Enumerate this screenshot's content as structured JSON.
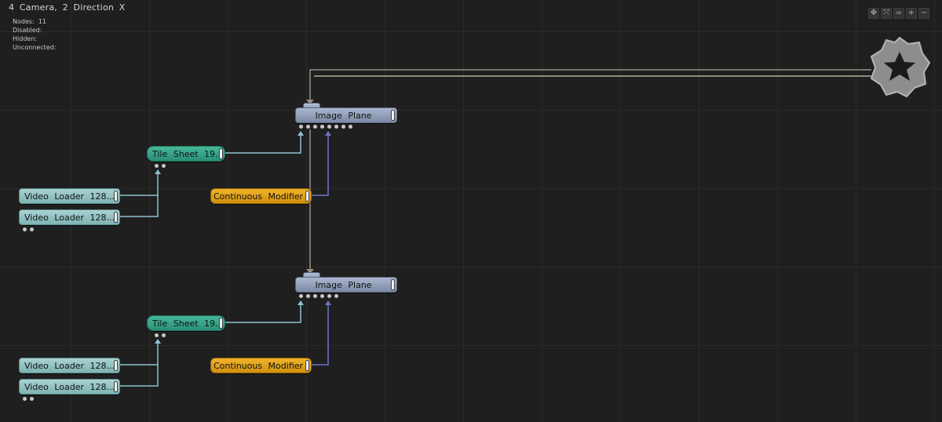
{
  "header": {
    "title": "4 Camera, 2 Direction X",
    "stats": [
      {
        "label": "Nodes:",
        "value": "11"
      },
      {
        "label": "Disabled:",
        "value": ""
      },
      {
        "label": "Hidden:",
        "value": ""
      },
      {
        "label": "Unconnected:",
        "value": ""
      }
    ]
  },
  "toolbar": {
    "buttons": [
      {
        "name": "move-icon",
        "glyph": "✥"
      },
      {
        "name": "fit-icon",
        "glyph": "⤧"
      },
      {
        "name": "equal-icon",
        "glyph": "="
      },
      {
        "name": "zoom-in-icon",
        "glyph": "+"
      },
      {
        "name": "zoom-out-icon",
        "glyph": "−"
      }
    ]
  },
  "nodes": {
    "image_plane_1": {
      "label": "Image Plane"
    },
    "image_plane_2": {
      "label": "Image Plane"
    },
    "tile_sheet_1": {
      "label": "Tile Sheet 19..."
    },
    "tile_sheet_2": {
      "label": "Tile Sheet 19..."
    },
    "continuous_modifier_1": {
      "label": "Continuous Modifier"
    },
    "continuous_modifier_2": {
      "label": "Continuous Modifier"
    },
    "video_loader_1": {
      "label": "Video Loader 128..."
    },
    "video_loader_2": {
      "label": "Video Loader 128..."
    },
    "video_loader_3": {
      "label": "Video Loader 128..."
    },
    "video_loader_4": {
      "label": "Video Loader 128..."
    }
  },
  "colors": {
    "background": "#1f1f1f",
    "grid": "#2a2a2a",
    "wire_gray": "#9a8f82",
    "wire_teal": "#8fc2cf",
    "wire_blue": "#6d73c9",
    "image_plane": "#8f9cb7",
    "tile_sheet": "#35a386",
    "video_loader": "#93c3c3",
    "modifier": "#e0a21c",
    "root_gear": "#9a9a9a"
  },
  "root_icon": "gear-star-icon"
}
